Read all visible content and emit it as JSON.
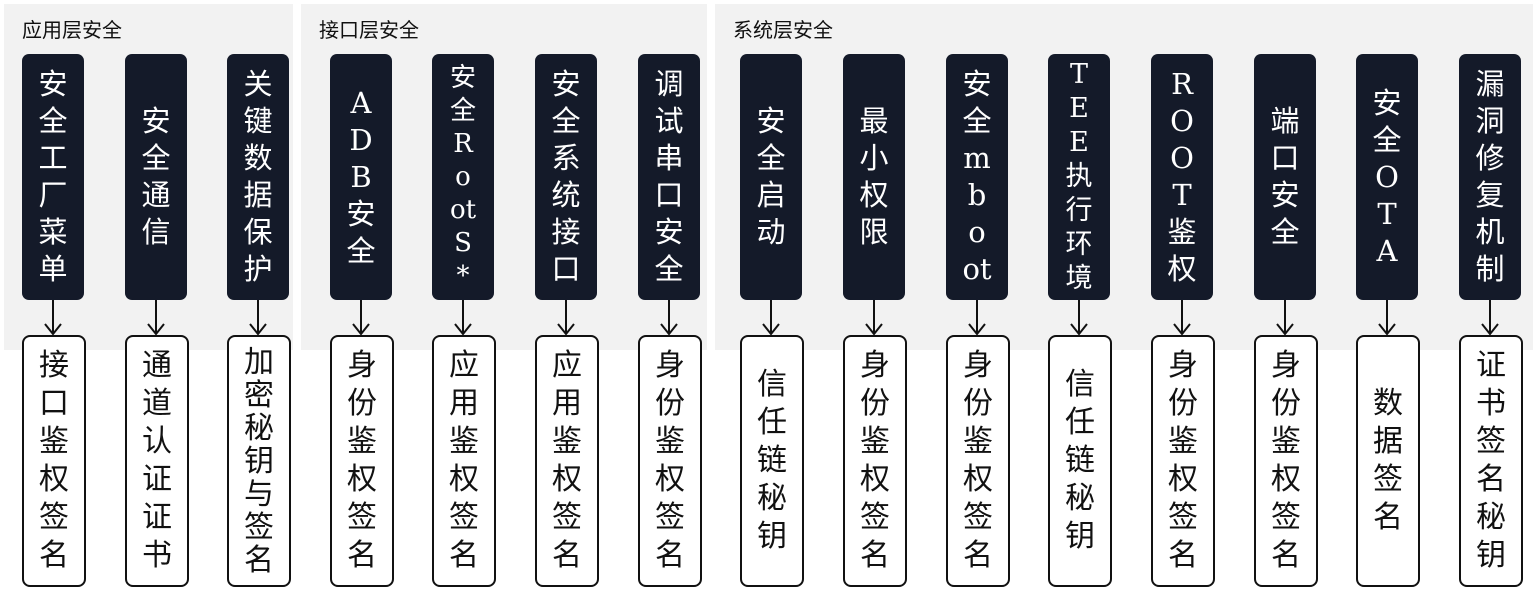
{
  "groups": [
    {
      "title": "应用层安全"
    },
    {
      "title": "接口层安全"
    },
    {
      "title": "系统层安全"
    }
  ],
  "columns": [
    {
      "top": "安\n全\n工\n厂\n菜\n单",
      "bottom": "接\n口\n鉴\n权\n签\n名"
    },
    {
      "top": "安\n全\n通\n信",
      "bottom": "通\n道\n认\n证\n证\n书"
    },
    {
      "top": "关\n键\n数\n据\n保\n护",
      "bottom": "加\n密\n秘\n钥\n与\n签\n名"
    },
    {
      "top": "A\nD\nB\n安\n全",
      "bottom": "身\n份\n鉴\n权\n签\n名"
    },
    {
      "top": "安\n全\nR\no\not\nS\n*",
      "bottom": "应\n用\n鉴\n权\n签\n名"
    },
    {
      "top": "安\n全\n系\n统\n接\n口",
      "bottom": "应\n用\n鉴\n权\n签\n名"
    },
    {
      "top": "调\n试\n串\n口\n安\n全",
      "bottom": "身\n份\n鉴\n权\n签\n名"
    },
    {
      "top": "安\n全\n启\n动",
      "bottom": "信\n任\n链\n秘\n钥"
    },
    {
      "top": "最\n小\n权\n限",
      "bottom": "身\n份\n鉴\n权\n签\n名"
    },
    {
      "top": "安\n全\nm\nb\no\not",
      "bottom": "身\n份\n鉴\n权\n签\n名"
    },
    {
      "top": "T\nE\nE\n执\n行\n环\n境",
      "bottom": "信\n任\n链\n秘\n钥"
    },
    {
      "top": "R\nO\nO\nT\n鉴\n权",
      "bottom": "身\n份\n鉴\n权\n签\n名"
    },
    {
      "top": "端\n口\n安\n全",
      "bottom": "身\n份\n鉴\n权\n签\n名"
    },
    {
      "top": "安\n全\nO\nT\nA",
      "bottom": "数\n据\n签\n名"
    },
    {
      "top": "漏\n洞\n修\n复\n机\n制",
      "bottom": "证\n书\n签\n名\n秘\n钥"
    }
  ]
}
